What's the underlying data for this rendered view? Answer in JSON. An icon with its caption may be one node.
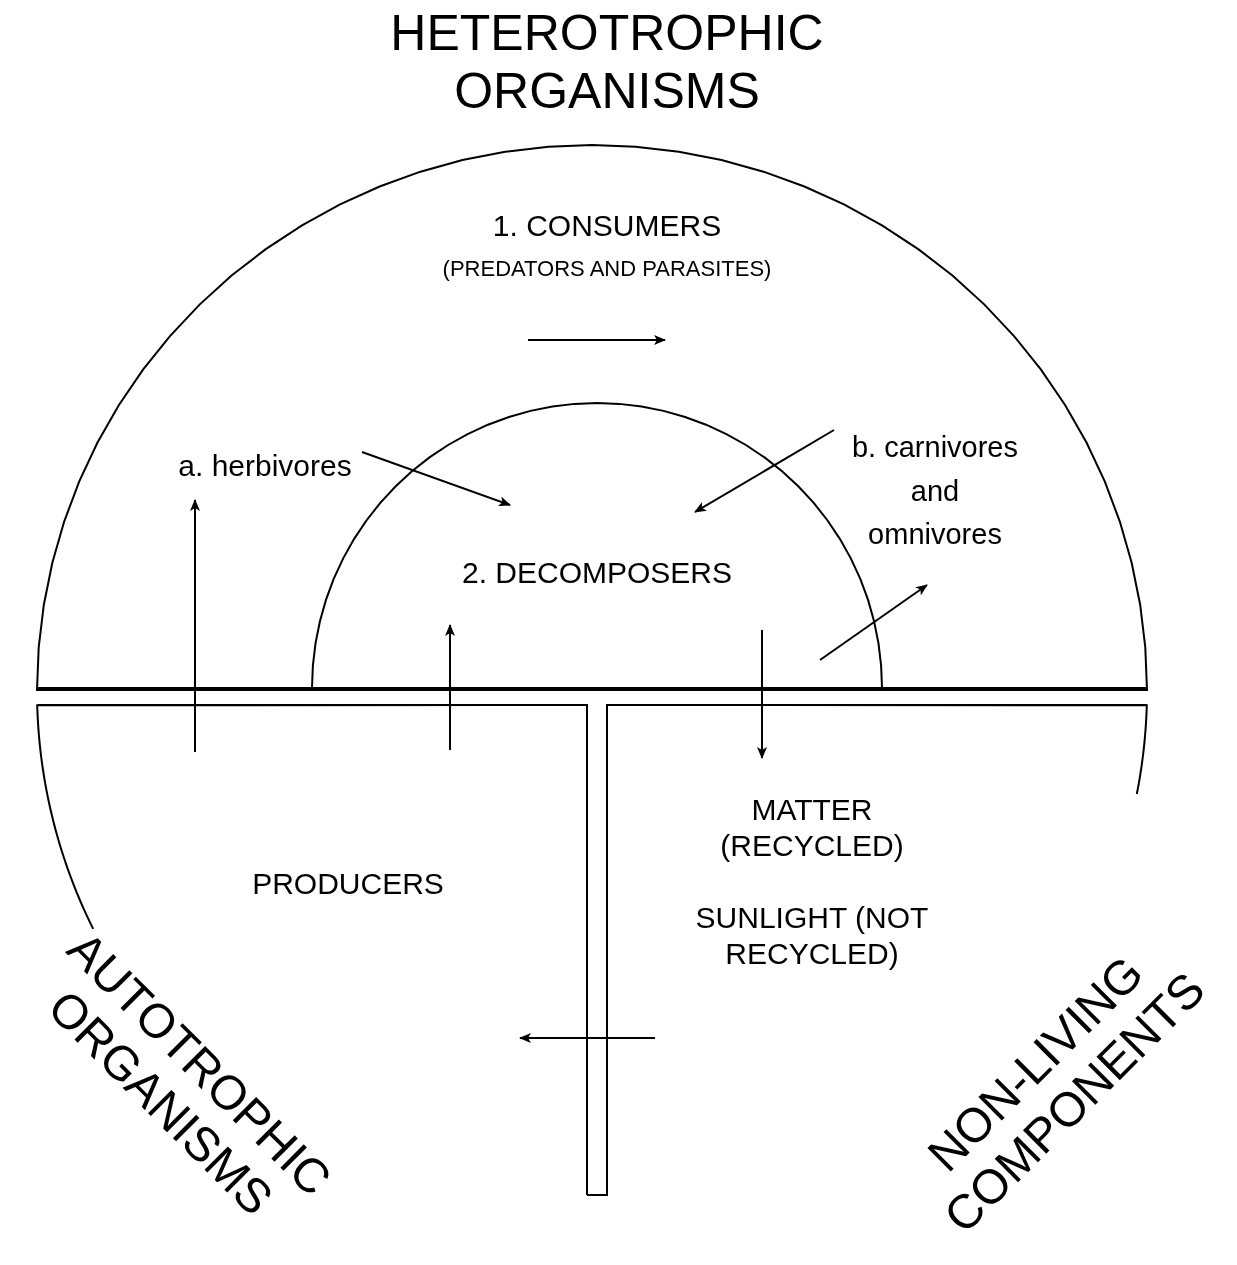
{
  "diagram": {
    "nodes": [
      {
        "text": [
          "HETEROTROPHIC ORGANISMS",
          "1. CONSUMERS",
          "(PREDATORS AND PARASITES)"
        ]
      },
      {
        "text": [
          "a. herbivores"
        ],
        "in": 0
      },
      {
        "text": [
          "b. carnivores and omnivores"
        ],
        "in": 0
      },
      {
        "text": [
          "2. DECOMPOSERS"
        ],
        "in": 0
      },
      {
        "text": [
          "AUTOTROPHIC ORGANISMS",
          "PRODUCERS"
        ]
      },
      {
        "text": [
          "NON-LIVING COMPONENTS",
          "MATTER (RECYCLED)",
          "SUNLIGHT (NOT RECYCLED)"
        ]
      }
    ],
    "edges": [
      {
        "from": 4,
        "to": 1,
        "arrow": "to"
      },
      {
        "from": 4,
        "to": 3,
        "arrow": "to"
      },
      {
        "from": 1,
        "to": 3,
        "arrow": "to"
      },
      {
        "from": 2,
        "to": 3,
        "arrow": "to"
      },
      {
        "from": 3,
        "to": 2,
        "arrow": "to"
      },
      {
        "from": 3,
        "to": 5,
        "arrow": "to"
      },
      {
        "from": 5,
        "to": 4,
        "arrow": "to"
      }
    ]
  }
}
